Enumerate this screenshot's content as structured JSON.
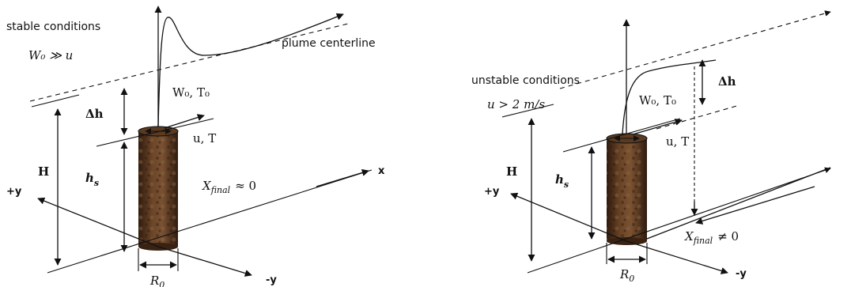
{
  "left": {
    "condition": "stable conditions",
    "condition_math": "W₀ ≫ u",
    "plume_label": "plume centerline",
    "exit_label": "W₀, T₀",
    "wind_label": "u, T",
    "delta_h": "Δh",
    "H": "H",
    "hs_main": "h",
    "hs_sub": "s",
    "xfinal_main": "X",
    "xfinal_sub": "final",
    "xfinal_rel": "≈ 0",
    "R0_main": "R",
    "R0_sub": "0",
    "axis_x": "x",
    "axis_py": "+y",
    "axis_ny": "-y"
  },
  "right": {
    "condition": "unstable conditions",
    "condition_math": "u > 2 m/s",
    "exit_label": "W₀, T₀",
    "wind_label": "u, T",
    "delta_h": "Δh",
    "H": "H",
    "hs_main": "h",
    "hs_sub": "s",
    "xfinal_main": "X",
    "xfinal_sub": "final",
    "xfinal_rel": "≠ 0",
    "R0_main": "R",
    "R0_sub": "0",
    "axis_py": "+y",
    "axis_ny": "-y"
  },
  "colors": {
    "stack_dark": "#3b2313",
    "stack_mid": "#6b4527",
    "stack_light": "#8a6040",
    "ink": "#111111"
  }
}
